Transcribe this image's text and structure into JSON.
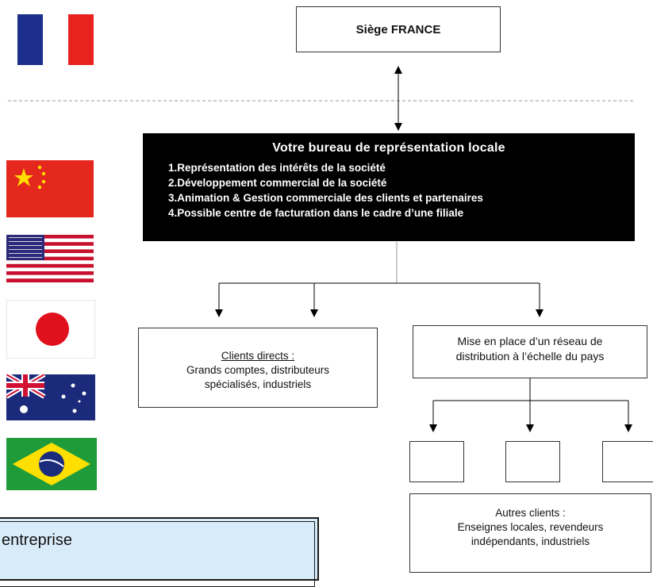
{
  "headquarters": {
    "label": "Siège FRANCE"
  },
  "representation": {
    "title": "Votre bureau de représentation locale",
    "items": [
      "1.Représentation des intérêts de la société",
      "2.Développement commercial de la société",
      "3.Animation & Gestion commerciale des clients et partenaires",
      "4.Possible centre de facturation dans le cadre d’une filiale"
    ]
  },
  "direct_clients": {
    "title": "Clients directs :",
    "line1": "Grands comptes, distributeurs",
    "line2": "spécialisés, industriels"
  },
  "network": {
    "line1": "Mise en place d’un réseau de",
    "line2": "distribution à l’échelle du pays"
  },
  "other_clients": {
    "title": "Autres clients :",
    "line1": "Enseignes locales, revendeurs",
    "line2": "indépendants, industriels"
  },
  "note": {
    "text": "entreprise"
  },
  "flags": [
    "france-flag",
    "china-flag",
    "usa-flag",
    "japan-flag",
    "australia-flag",
    "brazil-flag"
  ],
  "colors": {
    "note_bg": "#d8ebf9",
    "rep_bg": "#000000"
  }
}
